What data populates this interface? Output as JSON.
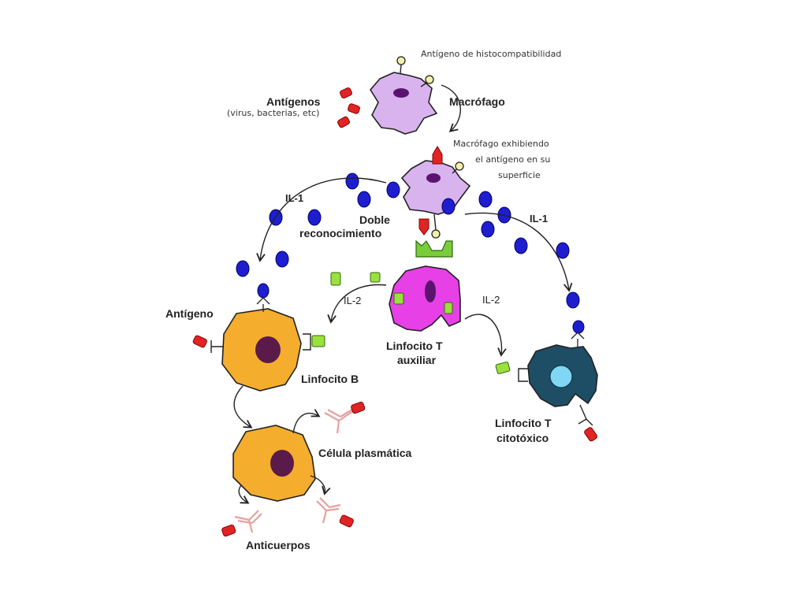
{
  "labels": {
    "histocompat": "Antígeno de histocompatibilidad",
    "antigenos": "Antígenos",
    "antigenos_sub": "(virus, bacterias, etc)",
    "macrofago": "Macrófago",
    "macro_exhibe_1": "Macrófago exhibiendo",
    "macro_exhibe_2": "el antígeno en su",
    "macro_exhibe_3": "superficie",
    "il1_left": "IL-1",
    "il1_right": "IL-1",
    "doble_1": "Doble",
    "doble_2": "reconocimiento",
    "il2_left": "IL-2",
    "il2_right": "IL-2",
    "antigeno": "Antígeno",
    "linfocito_b": "Linfocito B",
    "linfocito_t_aux_1": "Linfocito T",
    "linfocito_t_aux_2": "auxiliar",
    "celula_plasmatica": "Célula plasmática",
    "linfocito_t_cito_1": "Linfocito T",
    "linfocito_t_cito_2": "citotóxico",
    "anticuerpos": "Anticuerpos"
  },
  "colors": {
    "macrophage": "#D9B3EE",
    "macrophage_nucleus": "#5A1470",
    "il1_molecule": "#1E1ED0",
    "il2_molecule": "#9BE03C",
    "receptor_green": "#7ACC3A",
    "t_helper": "#E640E6",
    "b_cell": "#F5AD2E",
    "b_nucleus": "#5A1A4A",
    "t_cytotoxic": "#1E4E66",
    "t_cyto_nucleus": "#7FD6F5",
    "antigen_red": "#E02424",
    "hla_yellow": "#F5F0A8",
    "antibody_pink": "#E8A0A0"
  }
}
